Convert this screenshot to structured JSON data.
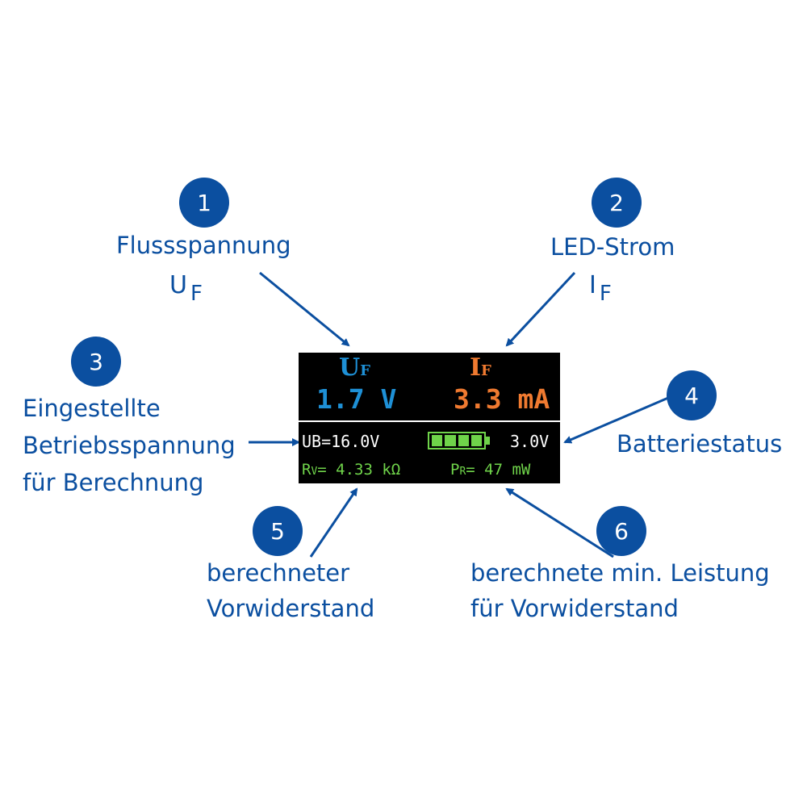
{
  "colors": {
    "annotation": "#0b4fa0",
    "uf": "#1e90d6",
    "if": "#f07a30",
    "lcd_white": "#ffffff",
    "lcd_green": "#6fd34a"
  },
  "annotations": [
    {
      "number": "1",
      "lines": [
        "Flussspannung"
      ],
      "symbol": "U",
      "symbol_sub": "F"
    },
    {
      "number": "2",
      "lines": [
        "LED-Strom"
      ],
      "symbol": "I",
      "symbol_sub": "F"
    },
    {
      "number": "3",
      "lines": [
        "Eingestellte",
        "Betriebsspannung",
        "für Berechnung"
      ]
    },
    {
      "number": "4",
      "lines": [
        "Batteriestatus"
      ]
    },
    {
      "number": "5",
      "lines": [
        "berechneter",
        "Vorwiderstand"
      ]
    },
    {
      "number": "6",
      "lines": [
        "berechnete min. Leistung",
        "für Vorwiderstand"
      ]
    }
  ],
  "display": {
    "uf_label": "U",
    "uf_label_sub": "F",
    "uf_value": "1.7 V",
    "if_label": "I",
    "if_label_sub": "F",
    "if_value": "3.3 mA",
    "ub_text": "UB=16.0V",
    "battery_voltage": "3.0V",
    "battery_level_bars": 4,
    "rv_label": "R",
    "rv_label_sub": "V",
    "rv_value": "= 4.33 kΩ",
    "pr_label": "P",
    "pr_label_sub": "R",
    "pr_value": "=  47 mW"
  }
}
